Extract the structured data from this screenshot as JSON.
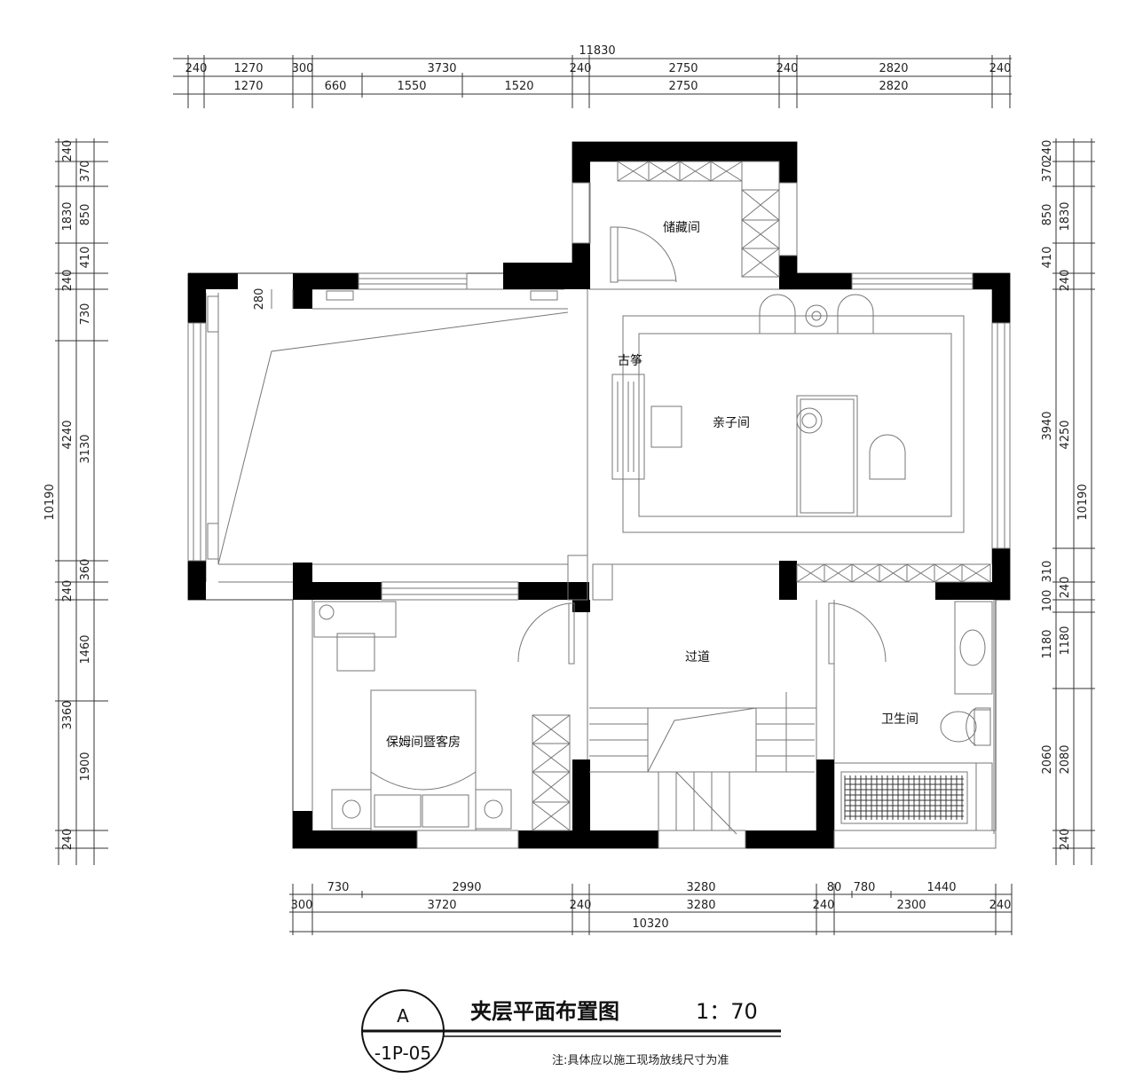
{
  "title": "夹层平面布置图",
  "scale": "1：70",
  "note": "注:具体应以施工现场放线尺寸为准",
  "callout": {
    "top": "A",
    "bottom": "-1P-05"
  },
  "rooms": {
    "storage": "储藏间",
    "parent_child": "亲子间",
    "guqin": "古筝",
    "corridor": "过道",
    "bathroom": "卫生间",
    "nanny_guest": "保姆间暨客房"
  },
  "dimensions": {
    "top_total": "11830",
    "top_row1": [
      "240",
      "1270",
      "300",
      "3730",
      "240",
      "2750",
      "240",
      "2820",
      "240"
    ],
    "top_row2": [
      "1270",
      "660",
      "1550",
      "1520",
      "2750",
      "2820"
    ],
    "bottom_row1": [
      "730",
      "2990",
      "3280",
      "80",
      "780",
      "1440"
    ],
    "bottom_row2": [
      "300",
      "3720",
      "240",
      "3280",
      "240",
      "2300",
      "240"
    ],
    "bottom_total": "10320",
    "left_total": "10190",
    "left_mid": [
      "1830",
      "4240",
      "3360"
    ],
    "left_detail": [
      "240",
      "370",
      "850",
      "410",
      "240",
      "730",
      "3130",
      "360",
      "240",
      "1460",
      "1900",
      "240"
    ],
    "right_total": "10190",
    "right_mid": [
      "1830",
      "4250",
      "1180",
      "2080"
    ],
    "right_detail": [
      "240",
      "370",
      "850",
      "410",
      "240",
      "3940",
      "310",
      "100",
      "240",
      "1180",
      "2060",
      "240"
    ],
    "inner_280": "280"
  }
}
